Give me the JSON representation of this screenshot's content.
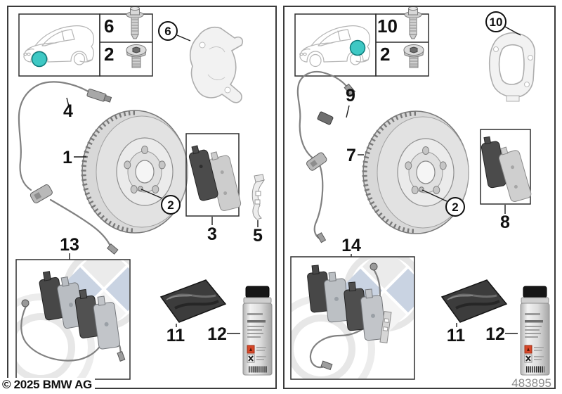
{
  "copyright": "© 2025 BMW AG",
  "drawing_number": "483895",
  "colors": {
    "highlight_dot": "#3ec8c4",
    "panel_border": "#3b3b3b",
    "watermark_blue": "#c9d3e2"
  },
  "panels": [
    {
      "car_screw_top": "6",
      "car_screw_bottom": "2",
      "caliper_callout": "6",
      "sensor_label": "4",
      "disc_label": "1",
      "hub_screw_callout": "2",
      "pads_label": "3",
      "clip_label": "5",
      "pad_kit_label": "13",
      "packet_label": "11",
      "spray_label": "12"
    },
    {
      "car_screw_top": "10",
      "car_screw_bottom": "2",
      "caliper_callout": "10",
      "sensor_label": "9",
      "disc_label": "7",
      "hub_screw_callout": "2",
      "pads_label": "8",
      "pad_kit_label": "14",
      "packet_label": "11",
      "spray_label": "12"
    }
  ]
}
